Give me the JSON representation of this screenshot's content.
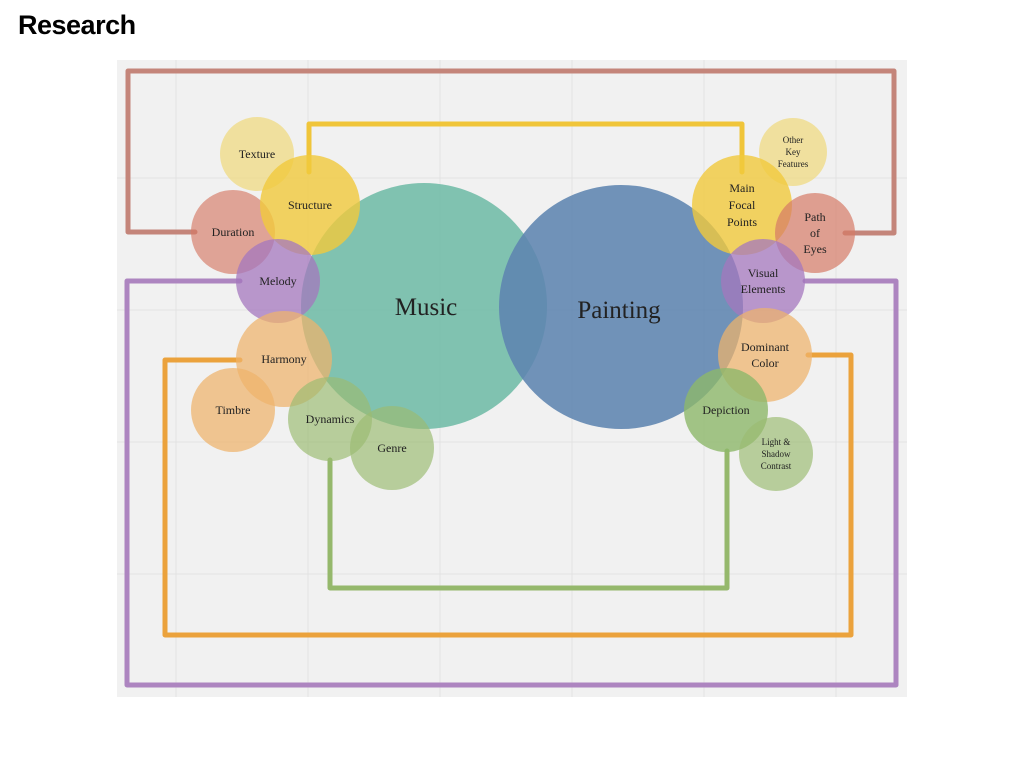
{
  "page": {
    "title": "Research"
  },
  "colors": {
    "background": "#f1f1f1",
    "grid": "#e3e3e3",
    "brown": "#c4857a",
    "yellow": "#f0c53a",
    "purple": "#ad85c0",
    "orange": "#eba23c",
    "green": "#95b86c",
    "music": "#70bba6",
    "painting": "#5d84af"
  },
  "diagram": {
    "music_label": "Music",
    "painting_label": "Painting",
    "music_nodes": {
      "texture": [
        "Texture"
      ],
      "structure": [
        "Structure"
      ],
      "duration": [
        "Duration"
      ],
      "melody": [
        "Melody"
      ],
      "harmony": [
        "Harmony"
      ],
      "timbre": [
        "Timbre"
      ],
      "dynamics": [
        "Dynamics"
      ],
      "genre": [
        "Genre"
      ]
    },
    "painting_nodes": {
      "other_key_features": [
        "Other",
        "Key",
        "Features"
      ],
      "main_focal_points": [
        "Main",
        "Focal",
        "Points"
      ],
      "path_of_eyes": [
        "Path",
        "of",
        "Eyes"
      ],
      "visual_elements": [
        "Visual",
        "Elements"
      ],
      "dominant_color": [
        "Dominant",
        "Color"
      ],
      "depiction": [
        "Depiction"
      ],
      "light_shadow_contrast": [
        "Light &",
        "Shadow",
        "Contrast"
      ]
    }
  }
}
